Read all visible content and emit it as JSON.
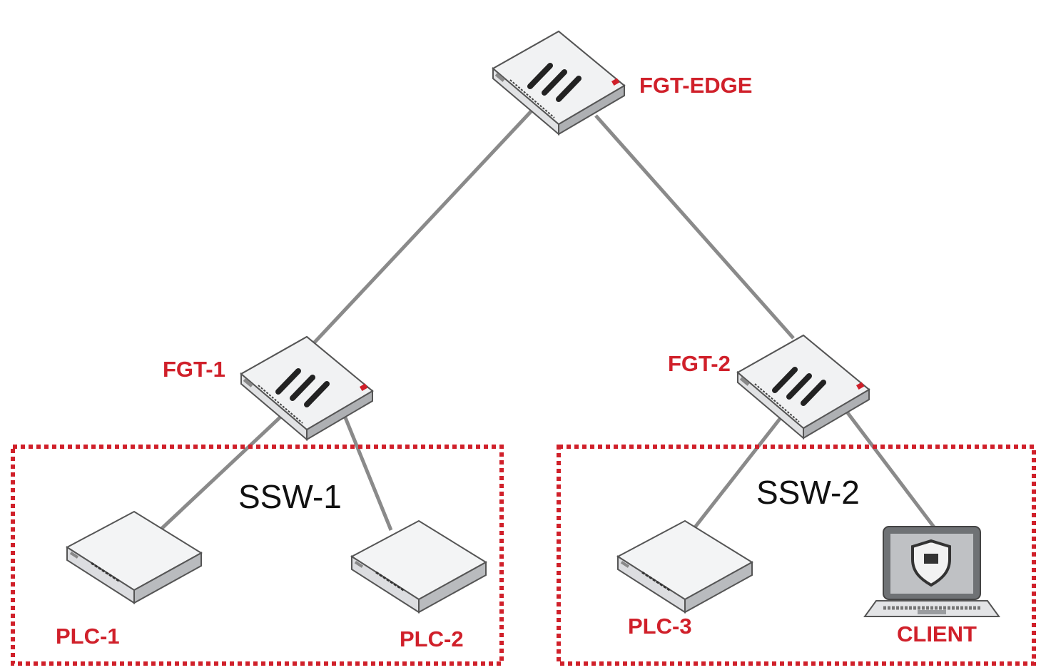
{
  "diagram": {
    "type": "network-topology",
    "label_color": "#d0202a",
    "link_color": "#8a8a8a",
    "zone_border_color": "#d0202a",
    "zones": [
      {
        "id": "ssw1",
        "label": "SSW-1"
      },
      {
        "id": "ssw2",
        "label": "SSW-2"
      }
    ],
    "nodes": [
      {
        "id": "fgt-edge",
        "label": "FGT-EDGE",
        "icon": "firewall-icon"
      },
      {
        "id": "fgt-1",
        "label": "FGT-1",
        "icon": "firewall-icon"
      },
      {
        "id": "fgt-2",
        "label": "FGT-2",
        "icon": "firewall-icon"
      },
      {
        "id": "plc-1",
        "label": "PLC-1",
        "icon": "plc-device-icon"
      },
      {
        "id": "plc-2",
        "label": "PLC-2",
        "icon": "plc-device-icon"
      },
      {
        "id": "plc-3",
        "label": "PLC-3",
        "icon": "plc-device-icon"
      },
      {
        "id": "client",
        "label": "CLIENT",
        "icon": "laptop-shield-icon"
      }
    ],
    "links": [
      {
        "from": "fgt-edge",
        "to": "fgt-1"
      },
      {
        "from": "fgt-edge",
        "to": "fgt-2"
      },
      {
        "from": "fgt-1",
        "to": "plc-1"
      },
      {
        "from": "fgt-1",
        "to": "plc-2"
      },
      {
        "from": "fgt-2",
        "to": "plc-3"
      },
      {
        "from": "fgt-2",
        "to": "client"
      }
    ]
  }
}
